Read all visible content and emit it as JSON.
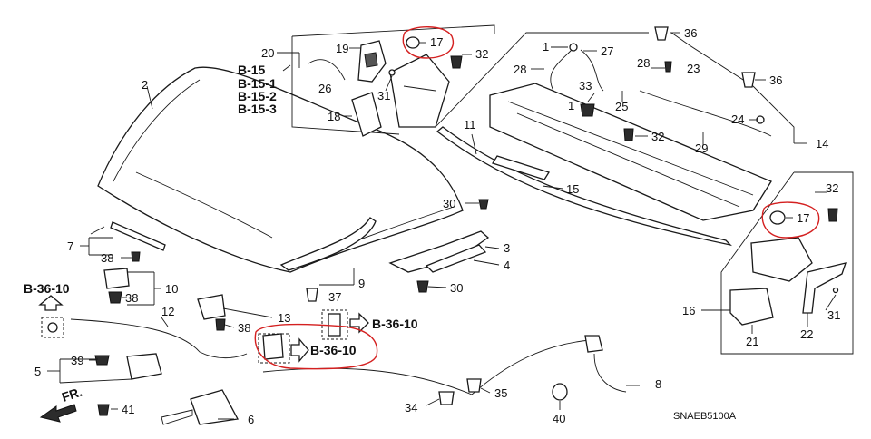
{
  "footer_code": "SNAEB5100A",
  "front_arrow": "FR.",
  "refs": {
    "b15": "B-15",
    "b15_1": "B-15-1",
    "b15_2": "B-15-2",
    "b15_3": "B-15-3",
    "b36_left": "B-36-10",
    "b36_mid": "B-36-10",
    "b36_circled": "B-36-10"
  },
  "callouts": {
    "n1a": "1",
    "n1b": "1",
    "n2": "2",
    "n3": "3",
    "n4": "4",
    "n5": "5",
    "n6": "6",
    "n7": "7",
    "n8": "8",
    "n9": "9",
    "n10": "10",
    "n11": "11",
    "n12": "12",
    "n13": "13",
    "n14": "14",
    "n15": "15",
    "n16": "16",
    "n17a": "17",
    "n17b": "17",
    "n18": "18",
    "n19": "19",
    "n20": "20",
    "n21": "21",
    "n22": "22",
    "n23": "23",
    "n24": "24",
    "n25": "25",
    "n26": "26",
    "n27": "27",
    "n28": "28",
    "n29": "29",
    "n30a": "30",
    "n30b": "30",
    "n31a": "31",
    "n31b": "31",
    "n32a": "32",
    "n32b": "32",
    "n32c": "32",
    "n33": "33",
    "n34": "34",
    "n35": "35",
    "n36a": "36",
    "n36b": "36",
    "n37": "37",
    "n38a": "38",
    "n38b": "38",
    "n38c": "38",
    "n39": "39",
    "n40": "40",
    "n41": "41"
  },
  "highlight_color": "#d42020"
}
